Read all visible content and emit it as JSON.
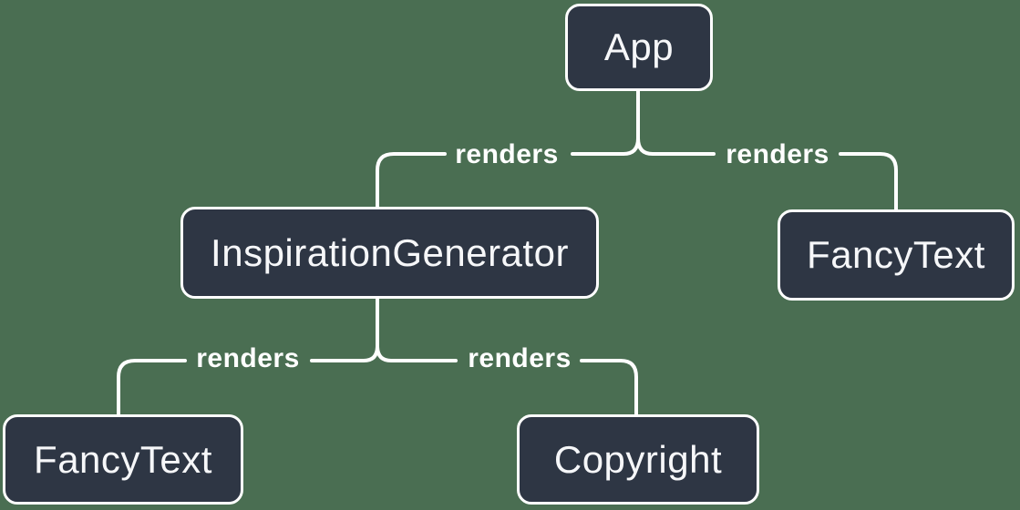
{
  "diagram": {
    "type": "render-tree",
    "colors": {
      "background": "#4A6E52",
      "node_fill": "#2E3644",
      "node_border": "#FFFFFF",
      "edge_line": "#FFFFFF",
      "text": "#F6F7F9"
    },
    "nodes": [
      {
        "id": "app",
        "label": "App"
      },
      {
        "id": "inspiration-generator",
        "label": "InspirationGenerator"
      },
      {
        "id": "fancy-text-right",
        "label": "FancyText"
      },
      {
        "id": "fancy-text-left",
        "label": "FancyText"
      },
      {
        "id": "copyright",
        "label": "Copyright"
      }
    ],
    "edges": [
      {
        "from": "App",
        "to": "InspirationGenerator",
        "label": "renders"
      },
      {
        "from": "App",
        "to": "FancyText",
        "label": "renders"
      },
      {
        "from": "InspirationGenerator",
        "to": "FancyText",
        "label": "renders"
      },
      {
        "from": "InspirationGenerator",
        "to": "Copyright",
        "label": "renders"
      }
    ]
  }
}
